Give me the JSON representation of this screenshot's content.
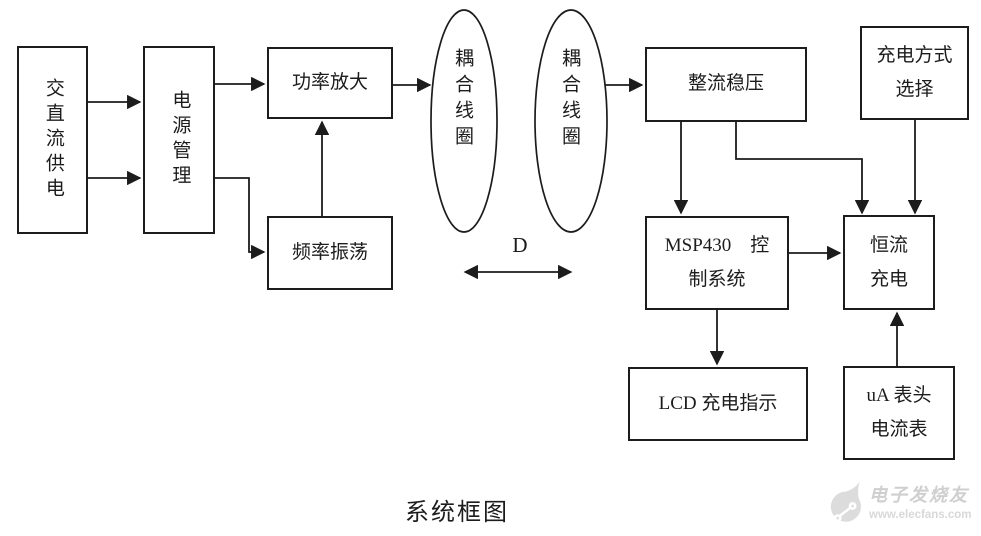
{
  "diagram": {
    "caption": "系统框图",
    "distance_label": "D",
    "nodes": {
      "ac_dc_supply": {
        "label": "交直流供电"
      },
      "power_management": {
        "label": "电源管理"
      },
      "power_amplifier": {
        "label": "功率放大"
      },
      "frequency_oscillator": {
        "label": "频率振荡"
      },
      "coupling_coil_primary": {
        "label": "耦合线圈"
      },
      "coupling_coil_secondary": {
        "label": "耦合线圈"
      },
      "rectifier_regulator": {
        "label": "整流稳压"
      },
      "charging_mode_selector": {
        "lines": [
          "充电方式",
          "选择"
        ]
      },
      "msp430_control": {
        "lines": [
          "MSP430　控",
          "制系统"
        ]
      },
      "constant_current_charging": {
        "lines": [
          "恒流",
          "充电"
        ]
      },
      "lcd_charge_indicator": {
        "label": "LCD 充电指示"
      },
      "ua_meter": {
        "lines": [
          "uA 表头",
          "电流表"
        ]
      }
    },
    "watermark": {
      "brand": "电子发烧友",
      "url": "www.elecfans.com"
    },
    "colors": {
      "line": "#1c1c1c",
      "background": "#ffffff",
      "watermark": "#d6d6d6"
    }
  }
}
